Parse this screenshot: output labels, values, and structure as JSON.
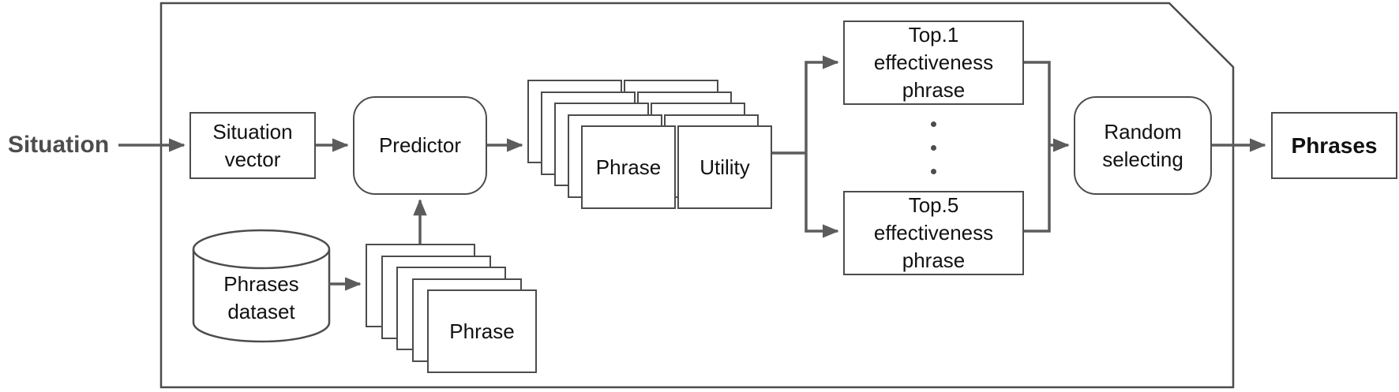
{
  "figure": {
    "type": "flow-diagram",
    "background": "#ffffff",
    "colors": {
      "box_border": "#4c4c4c",
      "connector": "#5c5c5c",
      "label_text": "#111111",
      "outer_label_text": "#4d4d4d"
    },
    "input": {
      "label": "Situation"
    },
    "pipeline": {
      "situation_vector": {
        "label": "Situation\nvector"
      },
      "predictor": {
        "label": "Predictor"
      },
      "phrase_utility_stack": {
        "phrase_label": "Phrase",
        "utility_label": "Utility",
        "card_pairs_visible": 5
      },
      "top1": {
        "label": "Top.1\neffectiveness\nphrase"
      },
      "ellipsis_dots_visible": 3,
      "top5": {
        "label": "Top.5\neffectiveness\nphrase"
      },
      "random_selecting": {
        "label": "Random\nselecting"
      }
    },
    "dataset_branch": {
      "phrases_dataset": {
        "label": "Phrases\ndataset"
      },
      "phrase_stack": {
        "label": "Phrase",
        "cards_visible": 5
      }
    },
    "output": {
      "label": "Phrases"
    }
  }
}
